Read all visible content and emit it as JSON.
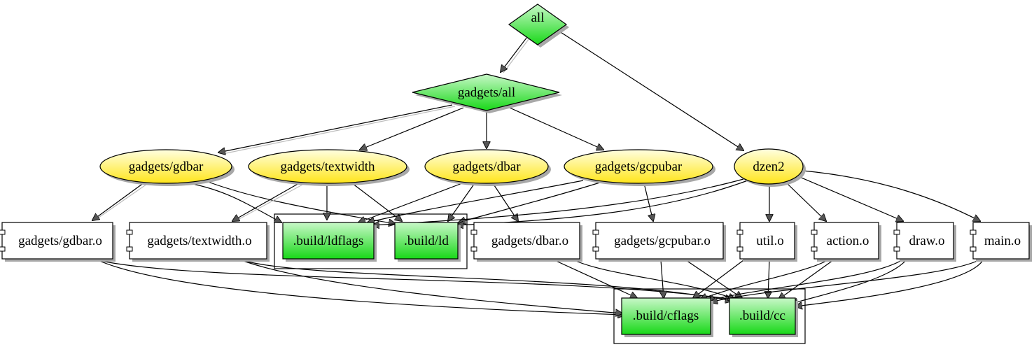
{
  "nodes": {
    "all": "all",
    "gadgets_all": "gadgets/all",
    "gdbar": "gadgets/gdbar",
    "textwidth": "gadgets/textwidth",
    "dbar": "gadgets/dbar",
    "gcpubar": "gadgets/gcpubar",
    "dzen2": "dzen2",
    "gdbar_o": "gadgets/gdbar.o",
    "textwidth_o": "gadgets/textwidth.o",
    "ldflags": ".build/ldflags",
    "ld": ".build/ld",
    "dbar_o": "gadgets/dbar.o",
    "gcpubar_o": "gadgets/gcpubar.o",
    "util_o": "util.o",
    "action_o": "action.o",
    "draw_o": "draw.o",
    "main_o": "main.o",
    "cflags": ".build/cflags",
    "cc": ".build/cc"
  },
  "colors": {
    "goal_fill": "#22dd22",
    "target_fill": "#ffee44",
    "object_fill": "#ffffff",
    "build_fill": "#33dd33"
  }
}
